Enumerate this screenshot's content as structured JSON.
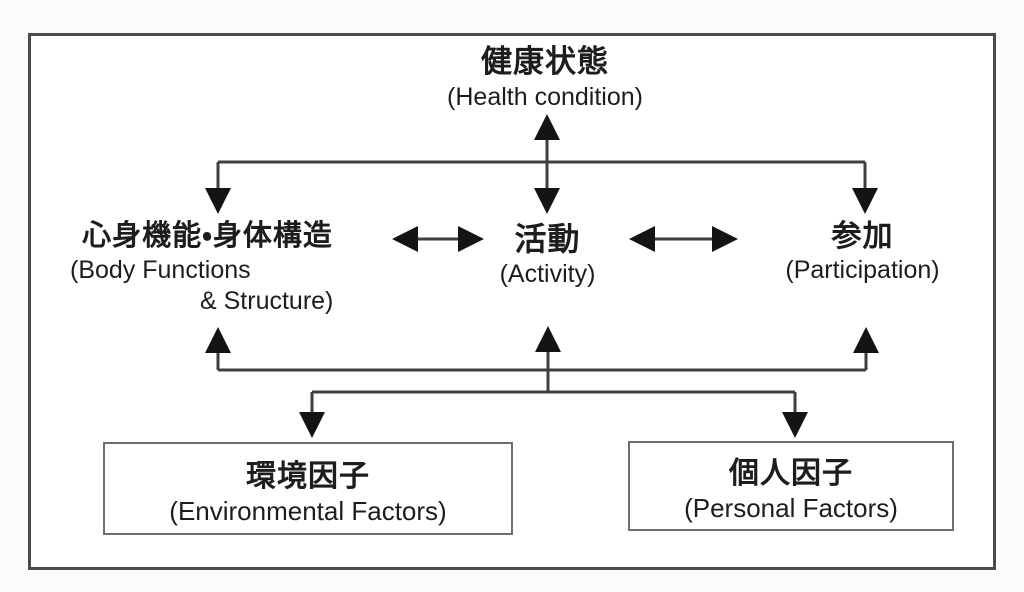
{
  "nodes": {
    "health_condition": {
      "jp": "健康状態",
      "en": "(Health condition)"
    },
    "body_functions": {
      "jp": "心身機能・身体構造",
      "en_line1": "(Body Functions",
      "en_line2": "& Structure)"
    },
    "activity": {
      "jp": "活動",
      "en": "(Activity)"
    },
    "participation": {
      "jp": "参加",
      "en": "(Participation)"
    },
    "environmental_factors": {
      "jp": "環境因子",
      "en": "(Environmental Factors)"
    },
    "personal_factors": {
      "jp": "個人因子",
      "en": "(Personal Factors)"
    }
  },
  "colors": {
    "ink": "#1d1d1d",
    "line": "#3f3f3f",
    "box_border": "#6f6f6f",
    "background": "#fbfbfb"
  }
}
